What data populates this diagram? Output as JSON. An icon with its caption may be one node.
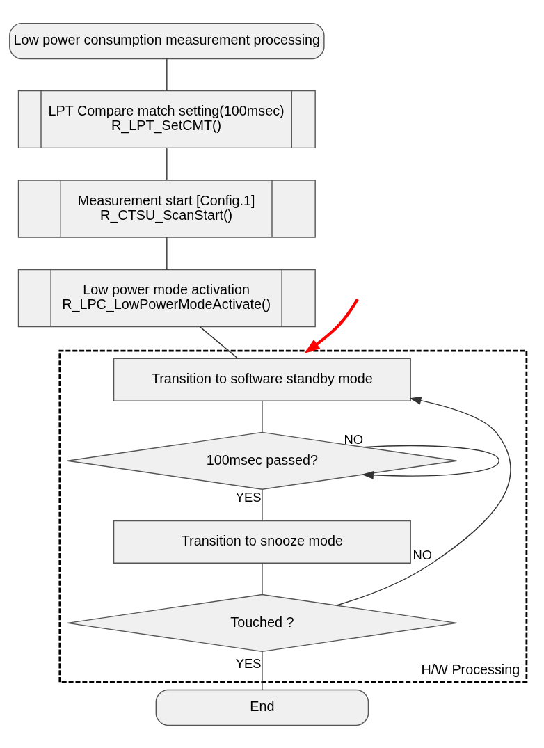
{
  "diagram": {
    "nodes": [
      {
        "text": [
          "Low power consumption measurement processing"
        ]
      },
      {
        "text": [
          "LPT Compare match setting(100msec)",
          "R_LPT_SetCMT()"
        ]
      },
      {
        "text": [
          "Measurement start [Config.1]",
          "R_CTSU_ScanStart()"
        ]
      },
      {
        "text": [
          "Low power mode activation",
          "R_LPC_LowPowerModeActivate()"
        ]
      },
      {
        "text": [
          "H/W Processing"
        ]
      },
      {
        "text": [
          "Transition to software standby mode"
        ],
        "in": 4
      },
      {
        "text": [
          "100msec passed?"
        ],
        "in": 4
      },
      {
        "text": [
          "Transition to snooze mode"
        ],
        "in": 4
      },
      {
        "text": [
          "Touched ?"
        ],
        "in": 4
      },
      {
        "text": [
          "End"
        ]
      }
    ],
    "edges": [
      {
        "from": 0,
        "to": 1,
        "arrow": "none"
      },
      {
        "from": 1,
        "to": 2,
        "arrow": "none"
      },
      {
        "from": 2,
        "to": 3,
        "arrow": "none"
      },
      {
        "from": 3,
        "to": 5,
        "arrow": "none"
      },
      {
        "from": 5,
        "to": 6,
        "arrow": "none"
      },
      {
        "from": 6,
        "to": 6,
        "arrow": "to",
        "label": "NO"
      },
      {
        "from": 6,
        "to": 7,
        "arrow": "none",
        "label": "YES"
      },
      {
        "from": 7,
        "to": 8,
        "arrow": "none"
      },
      {
        "from": 8,
        "to": 5,
        "arrow": "to",
        "label": "NO"
      },
      {
        "from": 8,
        "to": 9,
        "arrow": "none",
        "label": "YES"
      },
      {
        "from": null,
        "to": 4,
        "arrow": "to",
        "style": "thick",
        "color": "#ff0000"
      }
    ]
  }
}
